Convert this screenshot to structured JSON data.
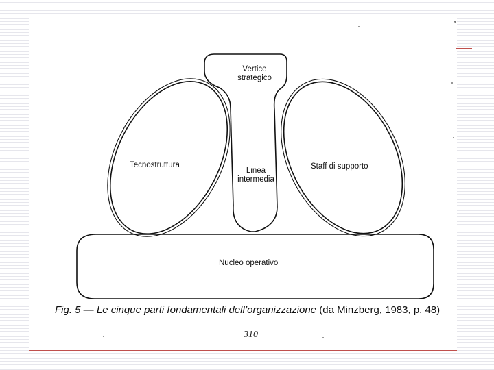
{
  "diagram": {
    "parts": {
      "apex": "Vertice\nstrategico",
      "technostructure": "Tecnostruttura",
      "middle_line": "Linea\nintermedia",
      "support_staff": "Staff di supporto",
      "operating_core": "Nucleo operativo"
    },
    "caption": {
      "fig_label": "Fig. 5 — ",
      "title": "Le cinque parti fondamentali dell’organizzazione",
      "source": " (da Minzberg, 1983, p. 48)"
    },
    "page_number": "310"
  }
}
